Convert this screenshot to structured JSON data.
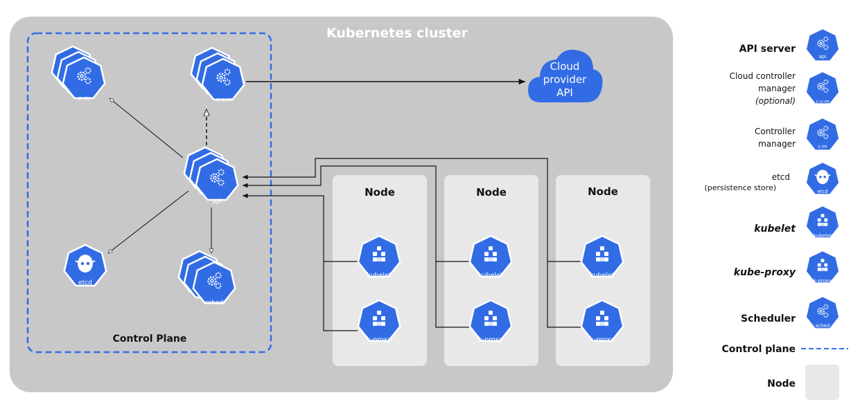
{
  "cluster": {
    "title": "Kubernetes cluster"
  },
  "control_plane": {
    "title": "Control Plane",
    "cm_label": "c-m",
    "ccm_label": "c-c-m",
    "api_label": "api",
    "etcd_label": "etcd",
    "sched_label": "sched"
  },
  "cloud": {
    "line1": "Cloud",
    "line2": "provider",
    "line3": "API"
  },
  "nodes": [
    {
      "title": "Node",
      "kubelet_label": "kubelet",
      "kproxy_label": "k-proxy"
    },
    {
      "title": "Node",
      "kubelet_label": "kubelet",
      "kproxy_label": "k-proxy"
    },
    {
      "title": "Node",
      "kubelet_label": "kubelet",
      "kproxy_label": "k-proxy"
    }
  ],
  "legend": {
    "api_server": "API server",
    "api_badge": "api",
    "ccm_line1": "Cloud controller",
    "ccm_line2": "manager",
    "ccm_line3": "(optional)",
    "ccm_badge": "c-c-m",
    "cm_line1": "Controller",
    "cm_line2": "manager",
    "cm_badge": "c-m",
    "etcd_line1": "etcd",
    "etcd_line2": "(persistence store)",
    "etcd_badge": "etcd",
    "kubelet": "kubelet",
    "kubelet_badge": "kubelet",
    "kube_proxy": "kube-proxy",
    "kproxy_badge": "k-proxy",
    "scheduler": "Scheduler",
    "sched_badge": "sched",
    "control_plane": "Control plane",
    "node": "Node"
  },
  "colors": {
    "k8s_blue": "#326ce5",
    "cluster_bg": "#c8c8c8",
    "node_bg": "#e8e8e8",
    "dash": "#326ce5"
  }
}
